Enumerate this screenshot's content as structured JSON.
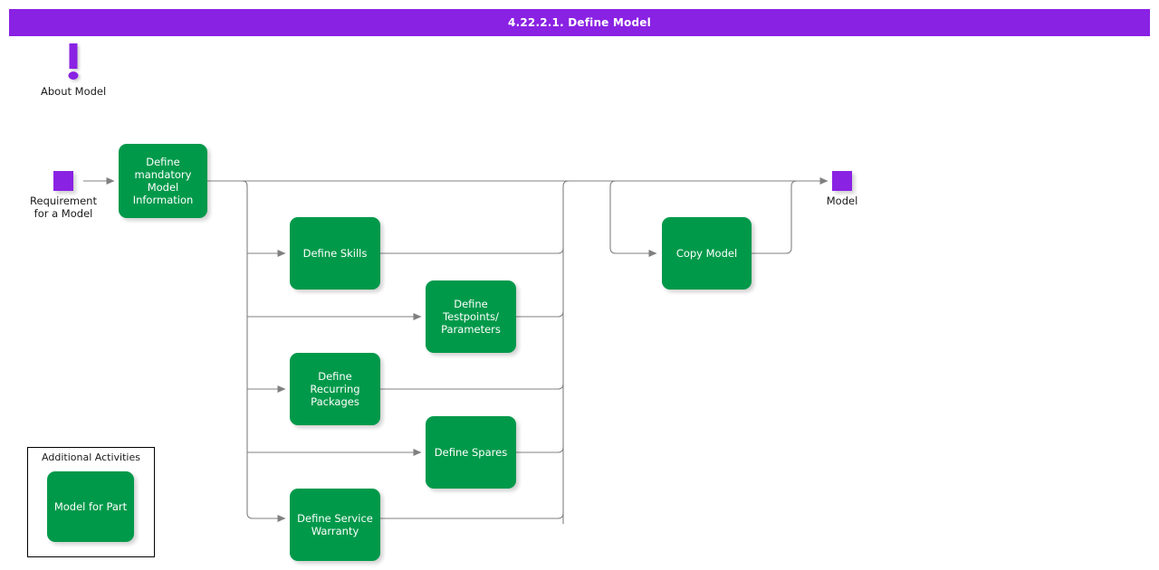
{
  "header": {
    "title": "4.22.2.1. Define Model",
    "bar_color": "#8a22e3",
    "text_color": "#ffffff"
  },
  "theme": {
    "process_color": "#00994a",
    "terminal_color": "#8a22e3",
    "edge_color": "#808080",
    "background": "#ffffff"
  },
  "note": {
    "icon": "exclamation-icon",
    "label": "About Model"
  },
  "terminals": [
    {
      "id": "requirement",
      "label": "Requirement\nfor a Model",
      "label_line1": "Requirement",
      "label_line2": "for a Model"
    },
    {
      "id": "model",
      "label": "Model",
      "label_line1": "Model",
      "label_line2": ""
    }
  ],
  "nodes": [
    {
      "id": "define-mandatory-model-information",
      "label": "Define\nmandatory\nModel\nInformation"
    },
    {
      "id": "define-skills",
      "label": "Define Skills"
    },
    {
      "id": "define-testpoints-parameters",
      "label": "Define\nTestpoints/\nParameters"
    },
    {
      "id": "define-recurring-packages",
      "label": "Define Recurring\nPackages"
    },
    {
      "id": "define-spares",
      "label": "Define Spares"
    },
    {
      "id": "define-service-warranty",
      "label": "Define Service\nWarranty"
    },
    {
      "id": "copy-model",
      "label": "Copy Model"
    }
  ],
  "additional_activities": {
    "title": "Additional Activities",
    "items": [
      {
        "id": "model-for-part",
        "label": "Model for Part"
      }
    ]
  }
}
